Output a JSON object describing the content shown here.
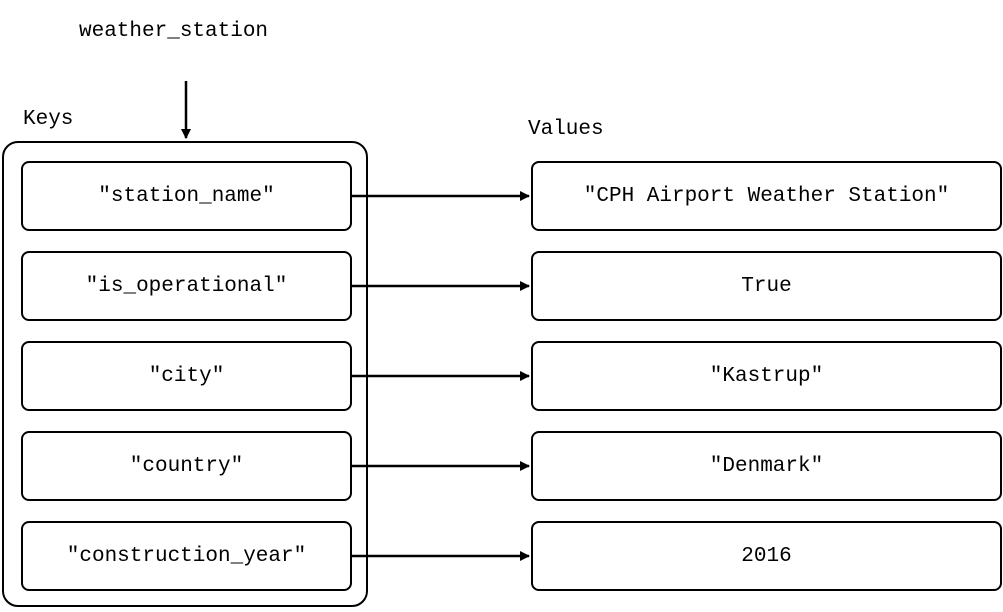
{
  "variable_name": "weather_station",
  "keys_label": "Keys",
  "values_label": "Values",
  "entries": [
    {
      "key": "\"station_name\"",
      "value": "\"CPH Airport Weather Station\""
    },
    {
      "key": "\"is_operational\"",
      "value": "True"
    },
    {
      "key": "\"city\"",
      "value": "\"Kastrup\""
    },
    {
      "key": "\"country\"",
      "value": "\"Denmark\""
    },
    {
      "key": "\"construction_year\"",
      "value": "2016"
    }
  ]
}
